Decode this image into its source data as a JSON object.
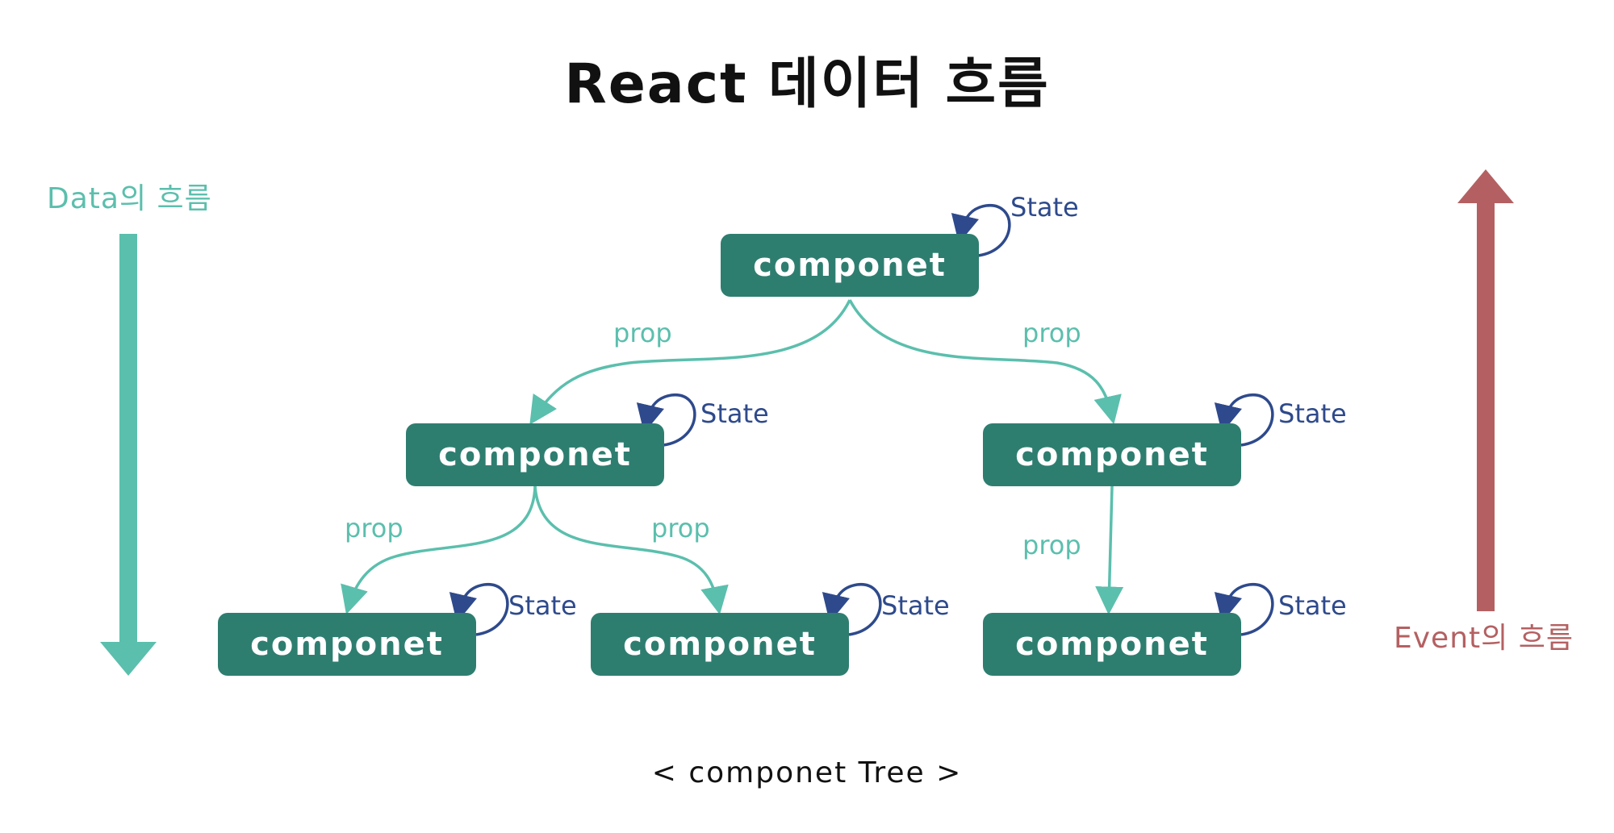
{
  "title": "React 데이터 흐름",
  "caption": "< componet Tree >",
  "side_labels": {
    "data_flow": "Data의 흐름",
    "event_flow": "Event의 흐름"
  },
  "nodes": {
    "root": "componet",
    "mid_left": "componet",
    "mid_right": "componet",
    "leaf_1": "componet",
    "leaf_2": "componet",
    "leaf_3": "componet"
  },
  "edge_labels": {
    "root_to_mid_left": "prop",
    "root_to_mid_right": "prop",
    "mid_left_to_leaf_1": "prop",
    "mid_left_to_leaf_2": "prop",
    "mid_right_to_leaf_3": "prop"
  },
  "state_labels": {
    "root": "State",
    "mid_left": "State",
    "mid_right": "State",
    "leaf_1": "State",
    "leaf_2": "State",
    "leaf_3": "State"
  },
  "colors": {
    "node_fill": "#2e7e70",
    "prop_arrow": "#5bbfad",
    "state_loop": "#2e4a8c",
    "data_flow_arrow": "#5bbfad",
    "event_flow_arrow": "#b46062"
  }
}
